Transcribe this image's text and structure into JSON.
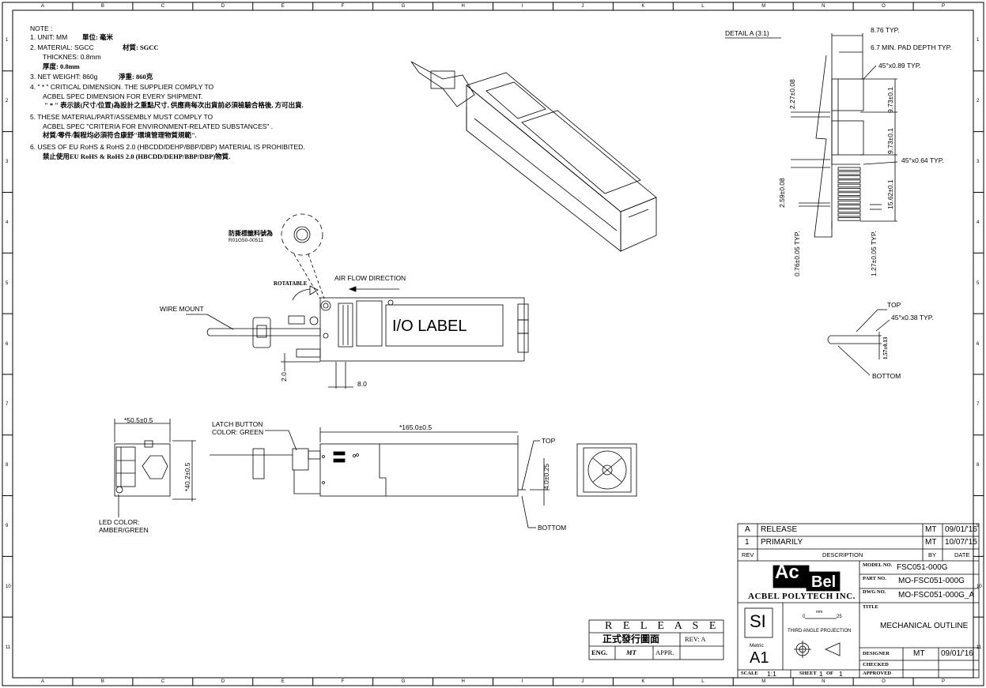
{
  "zones": {
    "letters": [
      "A",
      "B",
      "C",
      "D",
      "E",
      "F",
      "G",
      "H",
      "I",
      "J",
      "K",
      "L",
      "M",
      "N",
      "O",
      "P"
    ],
    "numbers": [
      "1",
      "2",
      "3",
      "4",
      "5",
      "6",
      "7",
      "8",
      "9",
      "10",
      "11"
    ]
  },
  "notes": {
    "heading": "NOTE :",
    "lines": [
      "1. UNIT: MM",
      "單位: 毫米",
      "2. MATERIAL: SGCC",
      "材質: SGCC",
      "THICKNES: 0.8mm",
      "厚度: 0.8mm",
      "3. NET WEIGHT: 860g",
      "淨重: 860克",
      "4. \" * \" CRITICAL DIMENSION. THE SUPPLIER COMPLY TO",
      "ACBEL SPEC DIMENSION FOR EVERY SHIPMENT.",
      "\" * \" 表示該(尺寸/位置)為設計之重點尺寸, 供應商每次出貨前必須檢驗合格後, 方可出貨.",
      "5. THESE MATERIAL/PART/ASSEMBLY MUST COMPLY TO",
      "ACBEL SPEC \"CRITERIA FOR ENVIRONMENT-RELATED SUBSTANCES\" .",
      "材質/零件/製程均必須符合康舒\"環境管理物質規範\".",
      "6. USES OF EU RoHS & RoHS 2.0 (HBCDD/DEHP/BBP/DBP) MATERIAL IS PROHIBITED.",
      "禁止使用EU RoHS & RoHS 2.0 (HBCDD/DEHP/BBP/DBP)物質."
    ]
  },
  "side_view": {
    "label_text": "I/O LABEL",
    "air_flow": "AIR FLOW DIRECTION",
    "rotatable": "ROTATABLE",
    "wire_mount": "WIRE MOUNT",
    "seal_label_cn": "防撕標籤料號為",
    "seal_part": "R01G50-00511",
    "dim_2": "2.0",
    "dim_8": "8.0"
  },
  "bottom_views": {
    "width_dim": "*50.5±0.5",
    "height_dim": "*40.2±0.5",
    "led": [
      "LED COLOR:",
      "AMBER/GREEN"
    ],
    "latch": [
      "LATCH BUTTON",
      "COLOR: GREEN"
    ],
    "length_dim": "*165.0±0.5",
    "top": "TOP",
    "bottom": "BOTTOM",
    "offset_dim": "4.0±0.25"
  },
  "detail_a": {
    "title": "DETAIL A (3:1)",
    "d1": "8.76 TYP.",
    "d2": "6.7 MIN. PAD DEPTH TYP.",
    "d3": "45°x0.89 TYP.",
    "d4": "9.73±0.1",
    "d5": "9.73±0.1",
    "d6": "45°x0.64 TYP.",
    "d7": "15.62±0.1",
    "d8": "2.27±0.08",
    "d9": "2.59±0.08",
    "d10": "0.76±0.05 TYP.",
    "d11": "1.27±0.05 TYP."
  },
  "edge_detail": {
    "top": "TOP",
    "chamfer": "45°x0.38 TYP.",
    "thick": "1.57±0.13",
    "bottom": "BOTTOM"
  },
  "release_stamp": {
    "title": "R E L E A S E",
    "cn": "正式發行圖面",
    "rev": "REV: A",
    "eng_label": "ENG.",
    "eng": "MT",
    "appr": "APPR."
  },
  "title_block": {
    "revisions": [
      {
        "rev": "A",
        "desc": "RELEASE",
        "by": "MT",
        "date": "09/01/'16"
      },
      {
        "rev": "1",
        "desc": "PRIMARILY",
        "by": "MT",
        "date": "10/07/'15"
      }
    ],
    "headers": {
      "rev": "REV",
      "desc": "DESCRIPTION",
      "by": "BY",
      "date": "DATE"
    },
    "logo": {
      "ac": "Ac",
      "bel": "Bel",
      "company": "ACBEL POLYTECH INC."
    },
    "model_label": "MODEL NO.",
    "model": "FSC051-000G",
    "part_label": "PART NO.",
    "part": "MO-FSC051-000G",
    "dwg_label": "DWG NO.",
    "dwg": "MO-FSC051-000G_A",
    "si": "SI",
    "metric": "Metric",
    "size": "A1",
    "scale_mm": "mm",
    "scale_0": "0",
    "scale_25": "25",
    "projection": "THIRD ANGLE PROJECTION",
    "title_label": "TITLE",
    "title": "MECHANICAL OUTLINE",
    "designer_label": "DESIGNER",
    "designer": "MT",
    "designer_date": "09/01/'16",
    "checked_label": "CHECKED",
    "approved_label": "APPROVED",
    "scale_label": "SCALE",
    "scale": "1:1",
    "sheet_label": "SHEET",
    "sheet": "1",
    "of": "OF",
    "sheet_total": "1"
  }
}
